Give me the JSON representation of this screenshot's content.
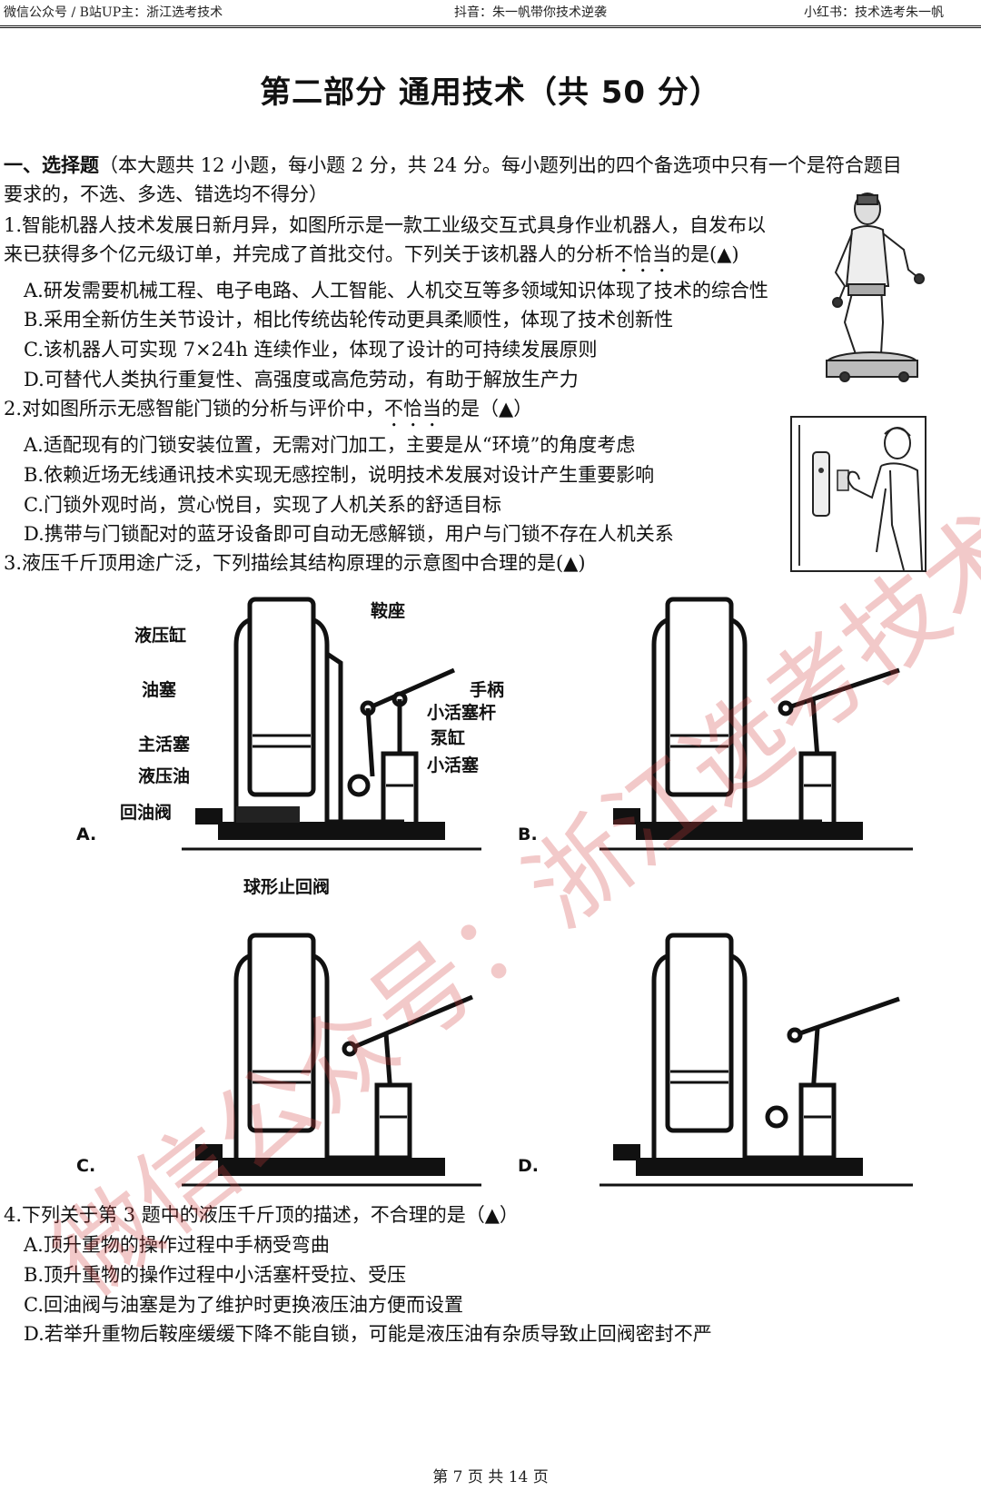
{
  "header": {
    "left": "微信公众号 / B站UP主：浙江选考技术",
    "center": "抖音：朱一帆带你技术逆袭",
    "right": "小红书：技术选考朱一帆"
  },
  "title": "第二部分  通用技术（共 50 分）",
  "section": {
    "head": "一、选择题",
    "intro_1": "（本大题共 12 小题，每小题 2 分，共 24 分。每小题列出的四个备选项中只有一个是符合题目",
    "intro_2": "要求的，不选、多选、错选均不得分）"
  },
  "q1": {
    "line1": "1.智能机器人技术发展日新月异，如图所示是一款工业级交互式具身作业机器人，自发布以",
    "line2_pre": "来已获得多个亿元级订单，并完成了首批交付。下列关于该机器人的分析",
    "line2_dot": "不恰当",
    "line2_post": "的是(▲)",
    "A": "A.研发需要机械工程、电子电路、人工智能、人机交互等多领域知识体现了技术的综合性",
    "B": "B.采用全新仿生关节设计，相比传统齿轮传动更具柔顺性，体现了技术创新性",
    "C": "C.该机器人可实现 7×24h 连续作业，体现了设计的可持续发展原则",
    "D": "D.可替代人类执行重复性、高强度或高危劳动，有助于解放生产力"
  },
  "q2": {
    "pre": "2.对如图所示无感智能门锁的分析与评价中，",
    "dot": "不恰当",
    "post": "的是（▲）",
    "A": "A.适配现有的门锁安装位置，无需对门加工，主要是从“环境”的角度考虑",
    "B": "B.依赖近场无线通讯技术实现无感控制，说明技术发展对设计产生重要影响",
    "C": "C.门锁外观时尚，赏心悦目，实现了人机关系的舒适目标",
    "D": "D.携带与门锁配对的蓝牙设备即可自动无感解锁，用户与门锁不存在人机关系"
  },
  "q3": {
    "stem": "3.液压千斤顶用途广泛，下列描绘其结构原理的示意图中合理的是(▲)",
    "labels": {
      "saddle": "鞍座",
      "cylinder": "液压缸",
      "plug": "油塞",
      "main_piston": "主活塞",
      "oil": "液压油",
      "return_valve": "回油阀",
      "handle": "手柄",
      "rod": "小活塞杆",
      "pump": "泵缸",
      "small_piston": "小活塞",
      "check_valve": "球形止回阀"
    },
    "options": [
      "A.",
      "B.",
      "C.",
      "D."
    ]
  },
  "q4": {
    "stem": "4.下列关于第 3 题中的液压千斤顶的描述，不合理的是（▲）",
    "A": "A.顶升重物的操作过程中手柄受弯曲",
    "B": "B.顶升重物的操作过程中小活塞杆受拉、受压",
    "C": "C.回油阀与油塞是为了维护时更换液压油方便而设置",
    "D": "D.若举升重物后鞍座缓缓下降不能自锁，可能是液压油有杂质导致止回阀密封不严"
  },
  "footer": "第 7 页 共 14 页",
  "watermark": "微信公众号：浙江选考技术"
}
